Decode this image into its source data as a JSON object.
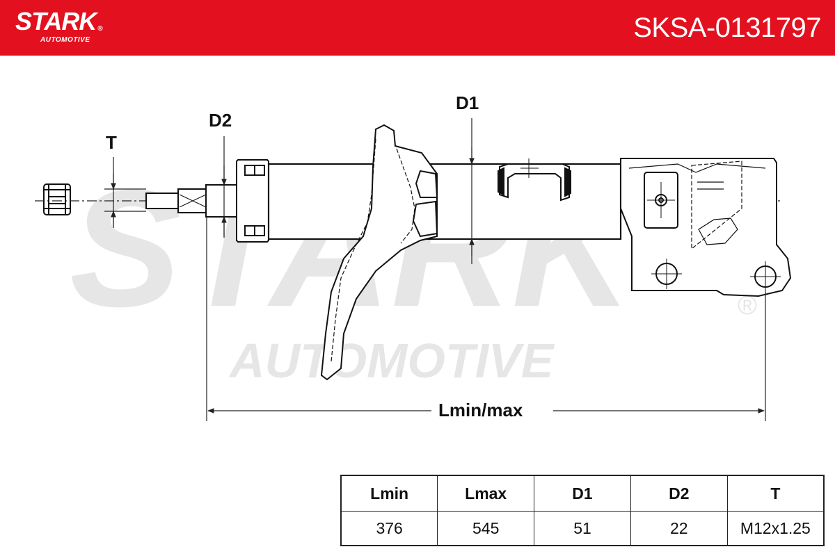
{
  "header": {
    "brand_name": "STARK",
    "brand_registered": "®",
    "brand_sub": "AUTOMOTIVE",
    "article_number": "SKSA-0131797",
    "background_color": "#e3111f"
  },
  "watermark": {
    "main": "STARK",
    "sub": "AUTOMOTIVE",
    "registered": "®",
    "color": "#e6e6e6"
  },
  "dimensions": {
    "d1": "D1",
    "d2": "D2",
    "t": "T",
    "length": "Lmin/max"
  },
  "spec_table": {
    "headers": [
      "Lmin",
      "Lmax",
      "D1",
      "D2",
      "T"
    ],
    "values": [
      "376",
      "545",
      "51",
      "22",
      "M12x1.25"
    ]
  }
}
